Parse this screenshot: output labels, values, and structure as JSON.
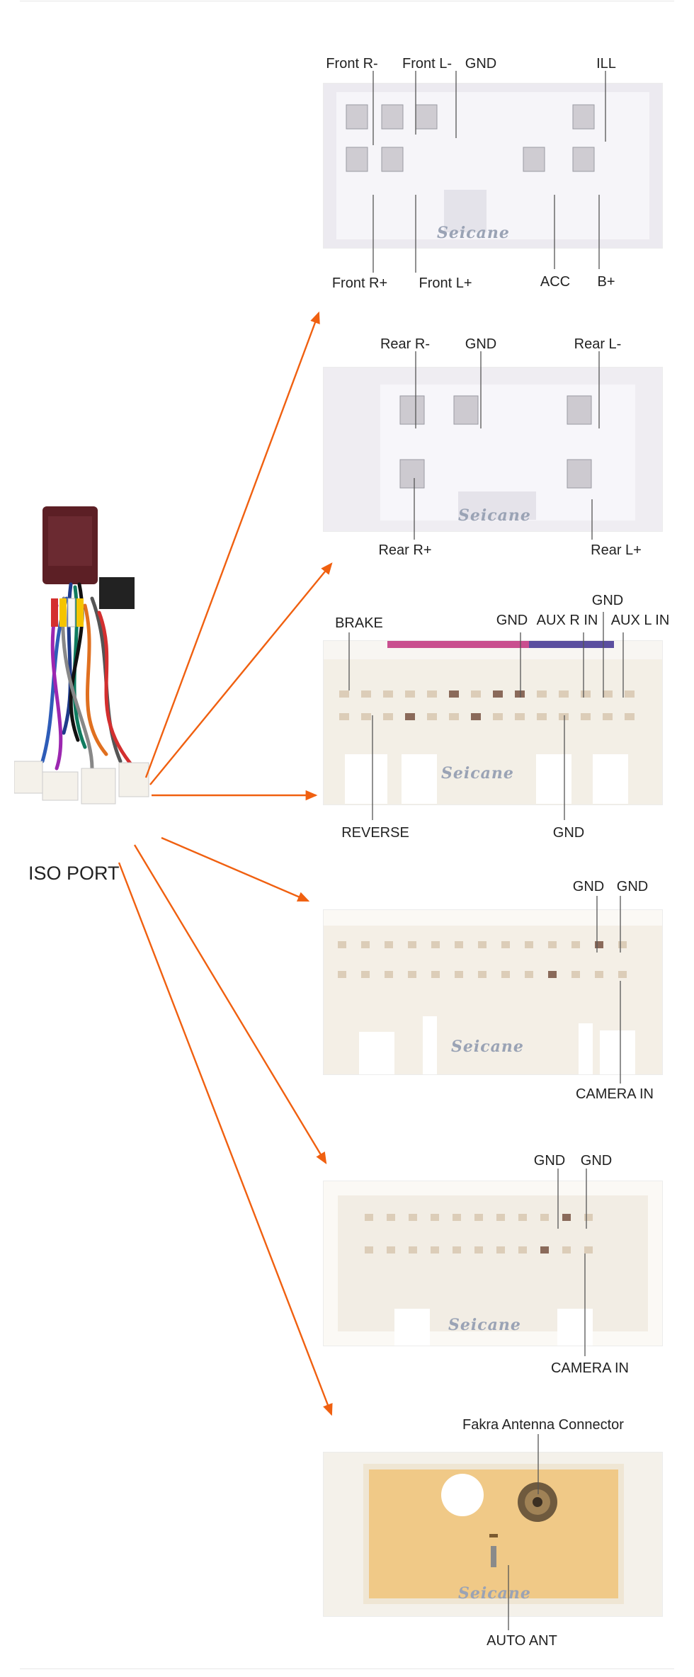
{
  "iso_port": {
    "label": "ISO PORT"
  },
  "brand": "Seicane",
  "connectors": [
    {
      "id": "c1",
      "top_labels": [
        "Front R-",
        "Front L-",
        "GND",
        "ILL"
      ],
      "bottom_labels": [
        "Front R+",
        "Front L+",
        "ACC",
        "B+"
      ]
    },
    {
      "id": "c2",
      "top_labels": [
        "Rear R-",
        "GND",
        "Rear L-"
      ],
      "bottom_labels": [
        "Rear R+",
        "Rear L+"
      ]
    },
    {
      "id": "c3",
      "top_labels": [
        "BRAKE",
        "GND",
        "AUX R IN",
        "GND",
        "AUX L IN"
      ],
      "bottom_labels": [
        "REVERSE",
        "GND"
      ]
    },
    {
      "id": "c4",
      "top_labels": [
        "GND",
        "GND"
      ],
      "bottom_labels": [
        "CAMERA IN"
      ]
    },
    {
      "id": "c5",
      "top_labels": [
        "GND",
        "GND"
      ],
      "bottom_labels": [
        "CAMERA IN"
      ]
    },
    {
      "id": "c6",
      "top_labels": [
        "Fakra Antenna Connector"
      ],
      "bottom_labels": [
        "AUTO ANT"
      ]
    }
  ],
  "colors": {
    "arrow": "#f06010",
    "leader": "#555555",
    "connector_body": "#f1eee8",
    "fakra_well": "#f0c987"
  }
}
